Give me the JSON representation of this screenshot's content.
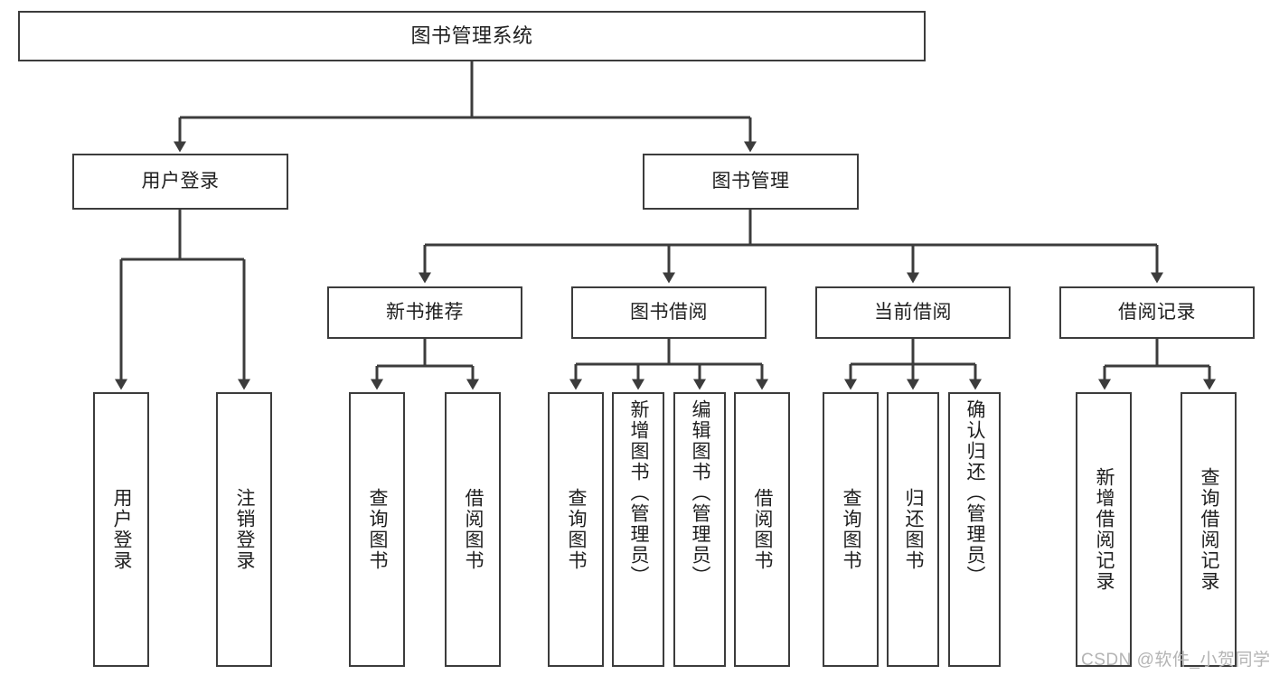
{
  "diagram": {
    "type": "tree",
    "title": "图书管理系统",
    "stroke_color": "#3c3c3c",
    "fill_color": "#ffffff",
    "text_color": "#1f1f1f",
    "root": {
      "id": "root",
      "label": "图书管理系统"
    },
    "level1": [
      {
        "id": "user-login",
        "label": "用户登录"
      },
      {
        "id": "book-manage",
        "label": "图书管理"
      }
    ],
    "level2": [
      {
        "id": "new-book-rec",
        "label": "新书推荐",
        "parent": "book-manage"
      },
      {
        "id": "book-borrow",
        "label": "图书借阅",
        "parent": "book-manage"
      },
      {
        "id": "current-borrow",
        "label": "当前借阅",
        "parent": "book-manage"
      },
      {
        "id": "borrow-record",
        "label": "借阅记录",
        "parent": "book-manage"
      }
    ],
    "leaves": [
      {
        "id": "leaf-user-login",
        "label": "用户登录",
        "parent": "user-login"
      },
      {
        "id": "leaf-logout",
        "label": "注销登录",
        "parent": "user-login"
      },
      {
        "id": "leaf-query-book-1",
        "label": "查询图书",
        "parent": "new-book-rec"
      },
      {
        "id": "leaf-borrow-book-1",
        "label": "借阅图书",
        "parent": "new-book-rec"
      },
      {
        "id": "leaf-query-book-2",
        "label": "查询图书",
        "parent": "book-borrow"
      },
      {
        "id": "leaf-add-book",
        "label": "新增图书（管理员）",
        "parent": "book-borrow"
      },
      {
        "id": "leaf-edit-book",
        "label": "编辑图书（管理员）",
        "parent": "book-borrow"
      },
      {
        "id": "leaf-borrow-book-2",
        "label": "借阅图书",
        "parent": "book-borrow"
      },
      {
        "id": "leaf-query-book-3",
        "label": "查询图书",
        "parent": "current-borrow"
      },
      {
        "id": "leaf-return-book",
        "label": "归还图书",
        "parent": "current-borrow"
      },
      {
        "id": "leaf-confirm-return",
        "label": "确认归还（管理员）",
        "parent": "current-borrow"
      },
      {
        "id": "leaf-add-record",
        "label": "新增借阅记录",
        "parent": "borrow-record"
      },
      {
        "id": "leaf-query-record",
        "label": "查询借阅记录",
        "parent": "borrow-record"
      }
    ]
  },
  "watermark": {
    "text": "CSDN @软件_小贺同学"
  }
}
